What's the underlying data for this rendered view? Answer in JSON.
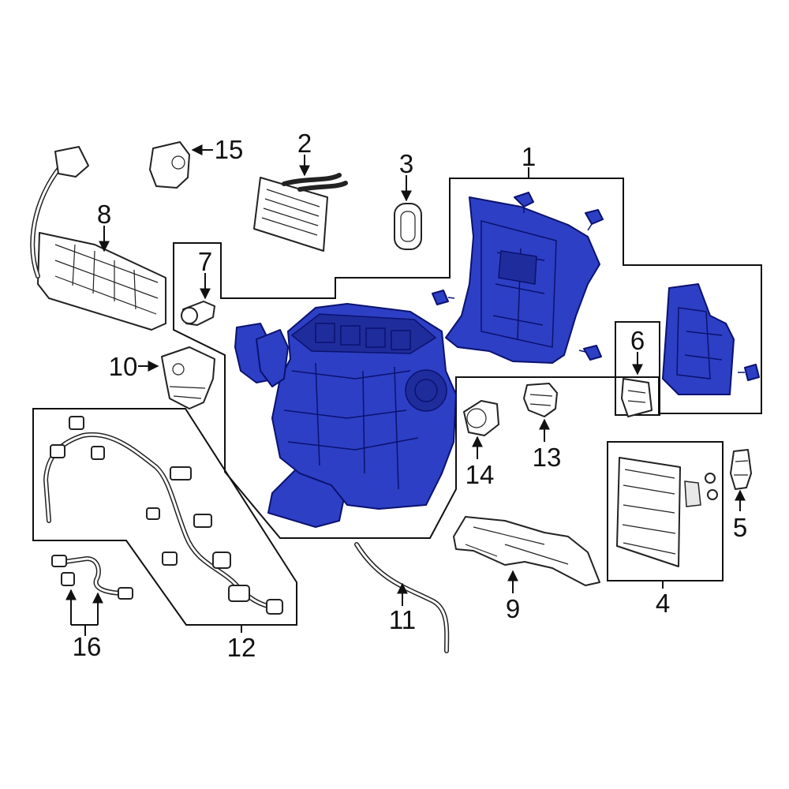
{
  "callouts": {
    "c1": "1",
    "c2": "2",
    "c3": "3",
    "c4": "4",
    "c5": "5",
    "c6": "6",
    "c7": "7",
    "c8": "8",
    "c9": "9",
    "c10": "10",
    "c11": "11",
    "c12": "12",
    "c13": "13",
    "c14": "14",
    "c15": "15",
    "c16": "16"
  },
  "colors": {
    "highlight_part": "#2d3fc4",
    "outline": "#111111",
    "background": "#ffffff"
  }
}
